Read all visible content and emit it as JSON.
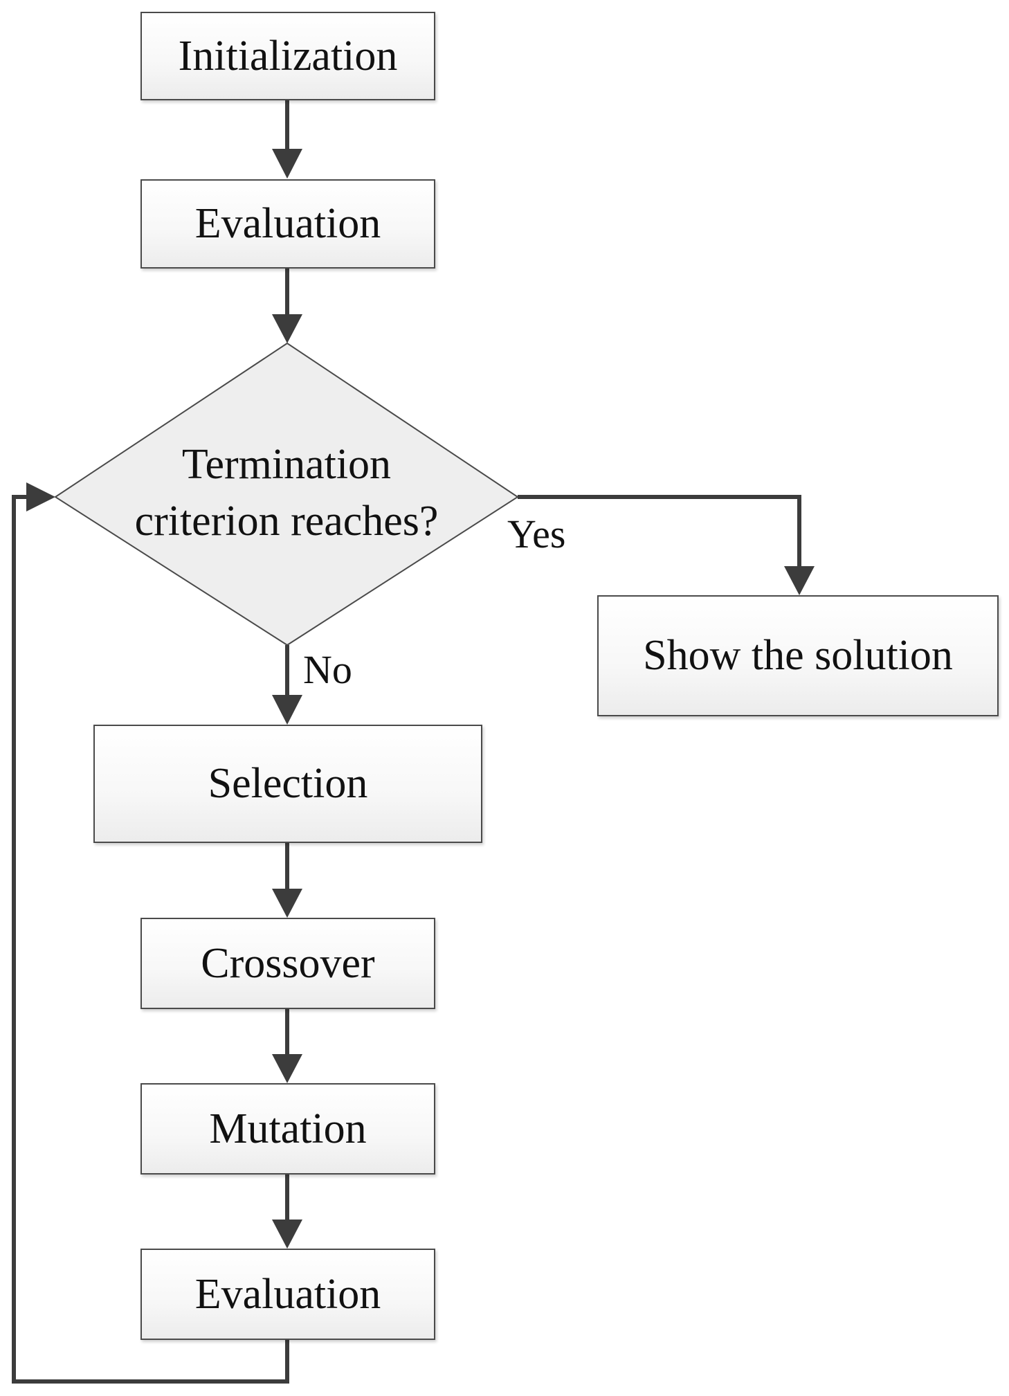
{
  "nodes": {
    "initialization": "Initialization",
    "evaluation_1": "Evaluation",
    "decision_line1": "Termination",
    "decision_line2": "criterion reaches?",
    "show_solution": "Show the solution",
    "selection": "Selection",
    "crossover": "Crossover",
    "mutation": "Mutation",
    "evaluation_2": "Evaluation"
  },
  "edge_labels": {
    "yes": "Yes",
    "no": "No"
  },
  "colors": {
    "line": "#3c3c3c",
    "box_border": "#4a4a4a",
    "box_fill_top": "#ffffff",
    "box_fill_bottom": "#ececec"
  }
}
